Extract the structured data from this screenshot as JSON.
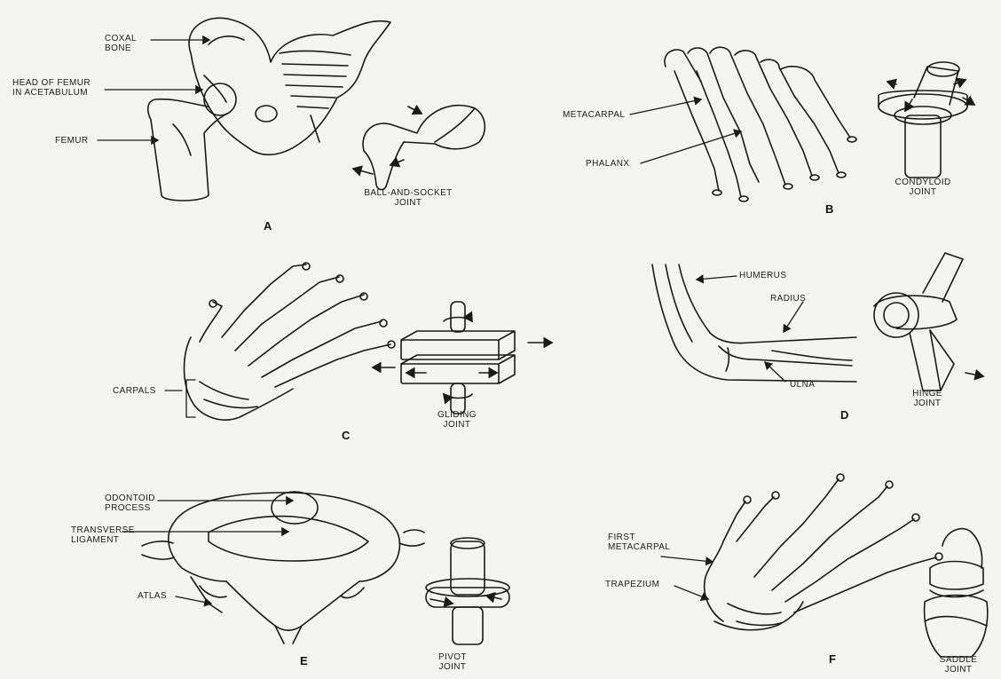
{
  "panels": {
    "a": {
      "letter": "A",
      "coxal_bone": [
        "COXAL",
        "BONE"
      ],
      "head_of_femur": [
        "HEAD OF FEMUR",
        "IN ACETABULUM"
      ],
      "femur": "FEMUR",
      "joint": [
        "BALL-AND-SOCKET",
        "JOINT"
      ]
    },
    "b": {
      "letter": "B",
      "metacarpal": "METACARPAL",
      "phalanx": "PHALANX",
      "joint": [
        "CONDYLOID",
        "JOINT"
      ]
    },
    "c": {
      "letter": "C",
      "carpals": "CARPALS",
      "joint": [
        "GLIDING",
        "JOINT"
      ]
    },
    "d": {
      "letter": "D",
      "humerus": "HUMERUS",
      "radius": "RADIUS",
      "ulna": "ULNA",
      "joint": [
        "HINGE",
        "JOINT"
      ]
    },
    "e": {
      "letter": "E",
      "odontoid": [
        "ODONTOID",
        "PROCESS"
      ],
      "transverse": [
        "TRANSVERSE",
        "LIGAMENT"
      ],
      "atlas": "ATLAS",
      "joint": [
        "PIVOT",
        "JOINT"
      ]
    },
    "f": {
      "letter": "F",
      "first_metacarpal": [
        "FIRST",
        "METACARPAL"
      ],
      "trapezium": "TRAPEZIUM",
      "joint": [
        "SADDLE",
        "JOINT"
      ]
    }
  }
}
